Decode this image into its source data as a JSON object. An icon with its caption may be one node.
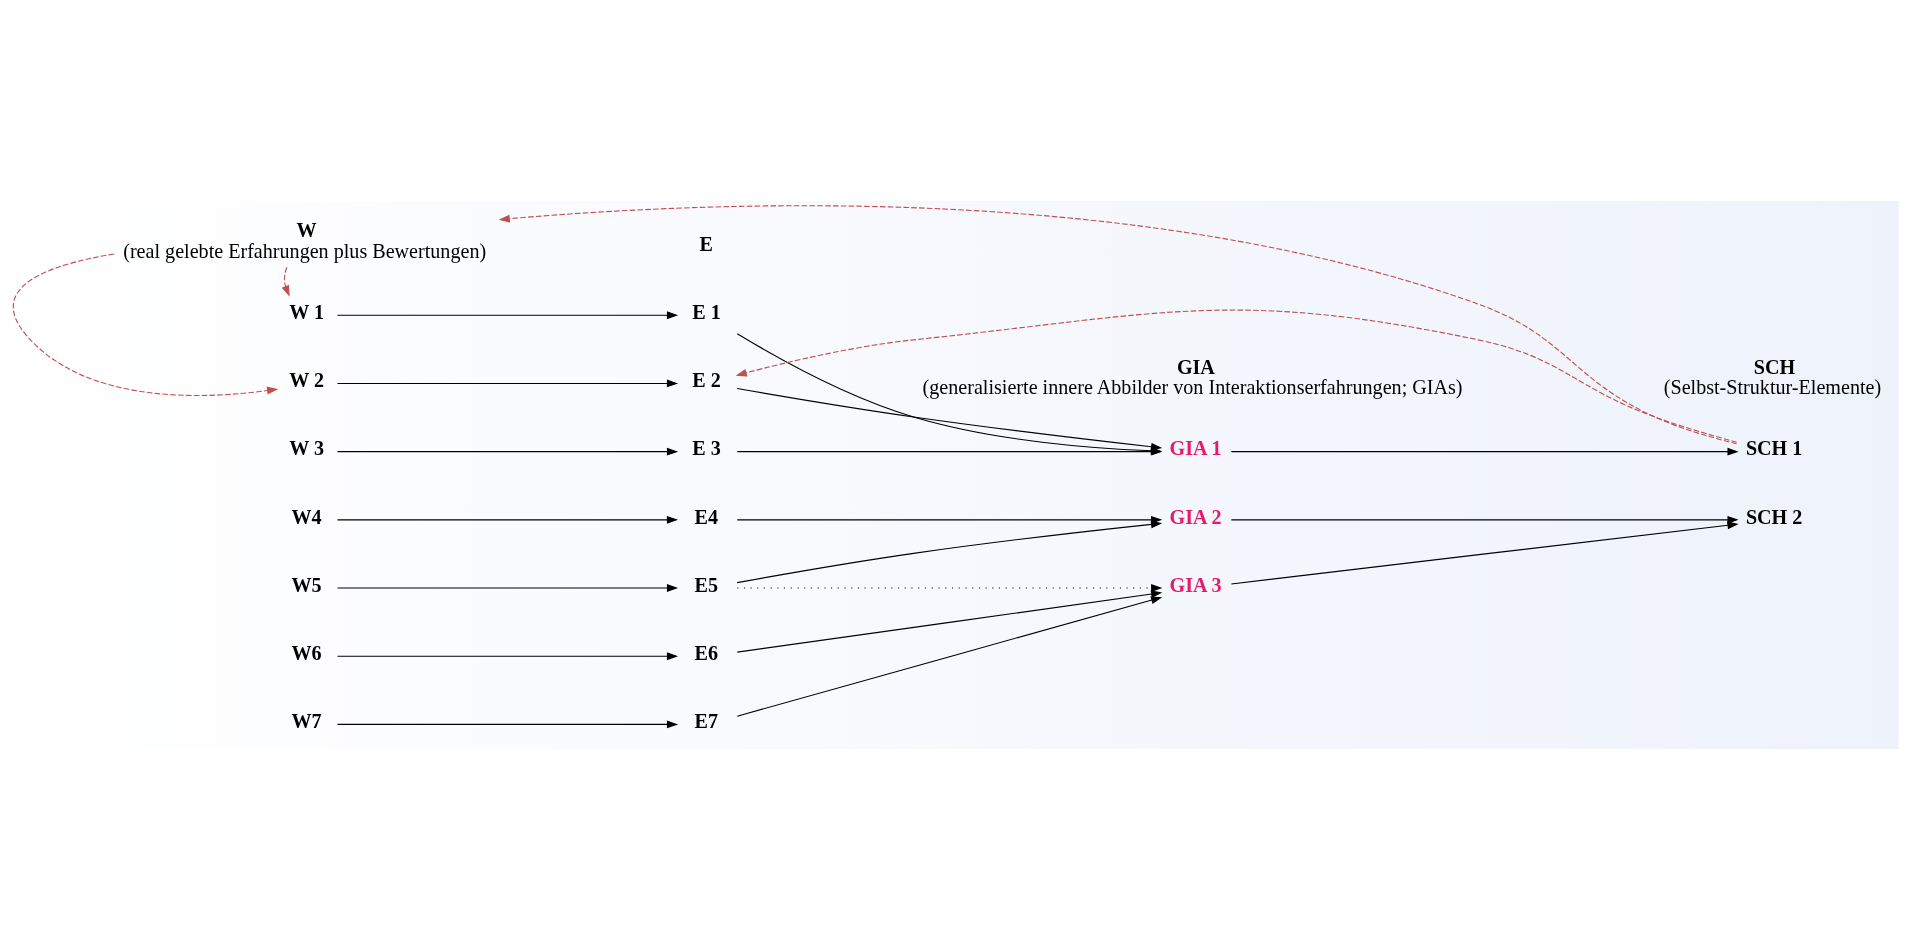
{
  "diagram": {
    "nodes": [
      {
        "text": [
          "W",
          "(real gelebte Erfahrungen plus Bewertungen)"
        ]
      },
      {
        "text": [
          "E"
        ]
      },
      {
        "text": [
          "GIA",
          "(generalisierte innere Abbilder von Interaktionserfahrungen; GIAs)"
        ]
      },
      {
        "text": [
          "SCH",
          "(Selbst-Struktur-Elemente)"
        ]
      },
      {
        "text": [
          "W 1"
        ]
      },
      {
        "text": [
          "E 1"
        ]
      },
      {
        "text": [
          "W 2"
        ]
      },
      {
        "text": [
          "E 2"
        ]
      },
      {
        "text": [
          "GIA 1"
        ]
      },
      {
        "text": [
          "W 3"
        ]
      },
      {
        "text": [
          "E 3"
        ]
      },
      {
        "text": [
          "SCH 1"
        ]
      },
      {
        "text": [
          "W4"
        ]
      },
      {
        "text": [
          "E4"
        ]
      },
      {
        "text": [
          "GIA 2"
        ]
      },
      {
        "text": [
          "SCH 2"
        ]
      },
      {
        "text": [
          "W5"
        ]
      },
      {
        "text": [
          "E5"
        ]
      },
      {
        "text": [
          "W6"
        ]
      },
      {
        "text": [
          "E6"
        ]
      },
      {
        "text": [
          "GIA 3"
        ]
      },
      {
        "text": [
          "W7"
        ]
      },
      {
        "text": [
          "E7"
        ]
      }
    ],
    "edges": [
      {
        "from": 4,
        "to": 5,
        "arrow": "to"
      },
      {
        "from": 6,
        "to": 7,
        "arrow": "to"
      },
      {
        "from": 9,
        "to": 10,
        "arrow": "to"
      },
      {
        "from": 5,
        "to": 8,
        "arrow": "to"
      },
      {
        "from": 7,
        "to": 8,
        "arrow": "to"
      },
      {
        "from": 10,
        "to": 8,
        "arrow": "to"
      },
      {
        "from": 8,
        "to": 11,
        "arrow": "to"
      },
      {
        "from": 11,
        "to": 0,
        "arrow": "to",
        "style": "dashed",
        "color": "#c0504d"
      },
      {
        "from": 0,
        "to": 4,
        "arrow": "to",
        "style": "dashed",
        "color": "#c0504d"
      },
      {
        "from": 0,
        "to": 6,
        "arrow": "to",
        "style": "dashed",
        "color": "#c0504d"
      },
      {
        "from": 11,
        "to": 7,
        "arrow": "to",
        "style": "dashed",
        "color": "#c0504d"
      },
      {
        "from": 12,
        "to": 13,
        "arrow": "to"
      },
      {
        "from": 13,
        "to": 14,
        "arrow": "to"
      },
      {
        "from": 14,
        "to": 15,
        "arrow": "to"
      },
      {
        "from": 16,
        "to": 17,
        "arrow": "to"
      },
      {
        "from": 17,
        "to": 14,
        "arrow": "to"
      },
      {
        "from": 17,
        "to": 20,
        "arrow": "to",
        "style": "dashed"
      },
      {
        "from": 18,
        "to": 19,
        "arrow": "to"
      },
      {
        "from": 19,
        "to": 20,
        "arrow": "to"
      },
      {
        "from": 20,
        "to": 15,
        "arrow": "to"
      },
      {
        "from": 21,
        "to": 22,
        "arrow": "to"
      },
      {
        "from": 22,
        "to": 20,
        "arrow": "to"
      }
    ]
  }
}
